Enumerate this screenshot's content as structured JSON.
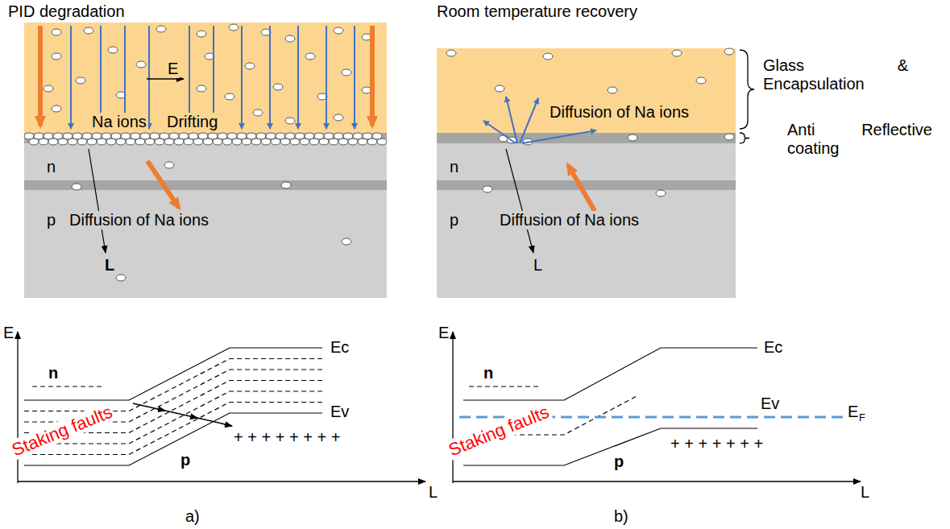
{
  "diagram": {
    "labels": [
      "PID degradation",
      "E",
      "Na ions",
      "Drifting",
      "n",
      "p",
      "Diffusion of Na ions",
      "L",
      "E",
      "n",
      "Ec",
      "Ev",
      "Staking faults",
      "+ + + + + + + +",
      "p",
      "L",
      "a)",
      "Room temperature recovery",
      "Glass & Encapsulation",
      "Diffusion of Na ions",
      "Anti Reflective coating",
      "n",
      "p",
      "Diffusion of Na ions",
      "L",
      "E",
      "n",
      "Ec",
      "E",
      "F",
      "Ev",
      "Staking faults",
      "+ + + + + + +",
      "p",
      "L",
      "b)"
    ]
  }
}
